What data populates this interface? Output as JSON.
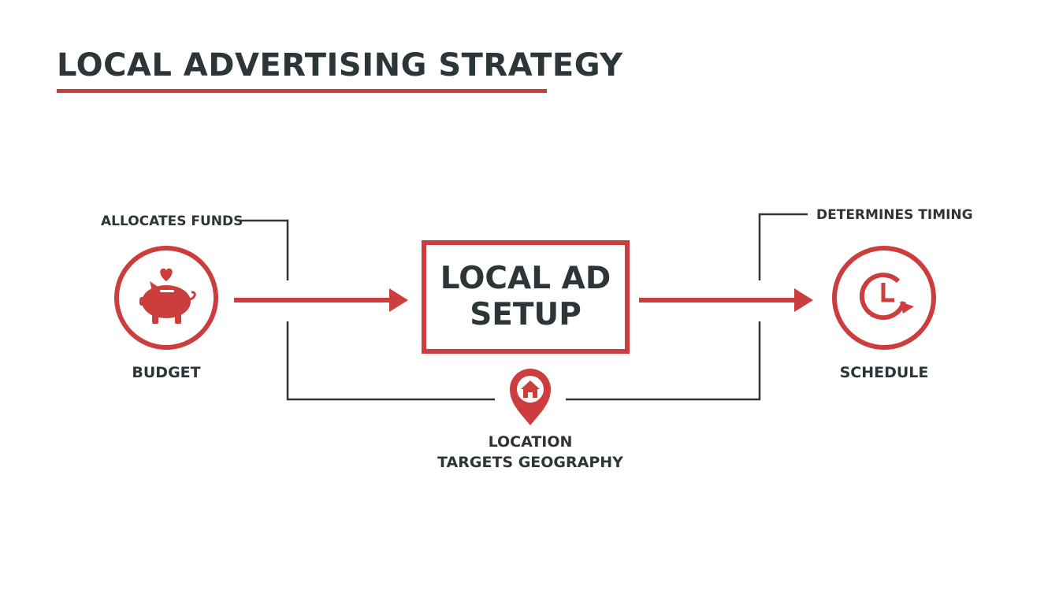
{
  "title": "LOCAL ADVERTISING STRATEGY",
  "center": {
    "line1": "LOCAL AD",
    "line2": "SETUP"
  },
  "nodes": {
    "budget": {
      "label": "BUDGET",
      "annotation": "ALLOCATES FUNDS",
      "icon": "piggy-bank-icon"
    },
    "schedule": {
      "label": "SCHEDULE",
      "annotation": "DETERMINES TIMING",
      "icon": "clock-icon"
    },
    "location": {
      "label": "LOCATION",
      "annotation": "TARGETS GEOGRAPHY",
      "icon": "location-pin-home-icon"
    }
  },
  "colors": {
    "accent": "#cc3d3d",
    "text": "#2c3538",
    "connector": "#2c3538",
    "background": "#ffffff"
  }
}
